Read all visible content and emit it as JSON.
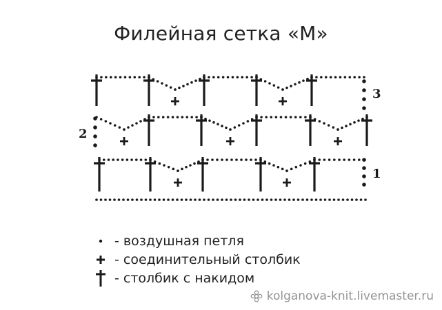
{
  "title": "Филейная сетка «М»",
  "row_labels": [
    "1",
    "2",
    "3"
  ],
  "legend": [
    {
      "symbol": "chain-stitch-dot",
      "text": "- воздушная петля"
    },
    {
      "symbol": "slip-stitch-plus",
      "text": "- соединительный столбик"
    },
    {
      "symbol": "double-crochet-cross",
      "text": "- столбик с накидом"
    }
  ],
  "watermark": "kolganova-knit.livemaster.ru",
  "colors": {
    "ink": "#1a1a1a",
    "watermark": "#888888"
  }
}
